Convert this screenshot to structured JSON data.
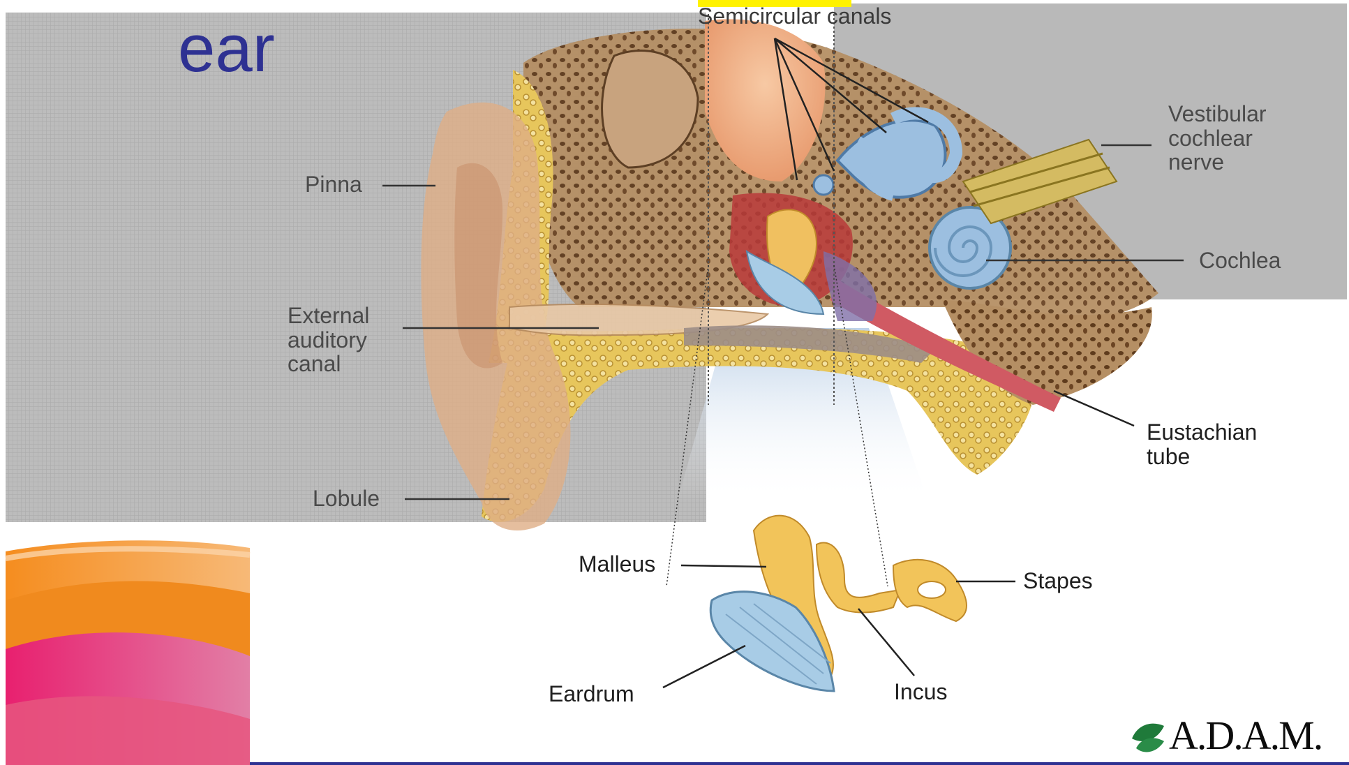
{
  "slide": {
    "title": "ear"
  },
  "labels": {
    "semicircular_canals": "Semicircular canals",
    "vestibular_cochlear_nerve": [
      "Vestibular",
      "cochlear",
      "nerve"
    ],
    "cochlea": "Cochlea",
    "pinna": "Pinna",
    "external_auditory_canal": [
      "External",
      "auditory",
      "canal"
    ],
    "eustachian_tube": [
      "Eustachian",
      "tube"
    ],
    "lobule": "Lobule",
    "malleus": "Malleus",
    "stapes": "Stapes",
    "eardrum": "Eardrum",
    "incus": "Incus"
  },
  "logo": {
    "text": "A.D.A.M."
  },
  "colors": {
    "title": "#2e3192",
    "panel_gray": "#b9b9b9",
    "bone_yellow": "#e9c75a",
    "cochlea_blue": "#9fc3dc",
    "skin": "#e0b08a"
  }
}
